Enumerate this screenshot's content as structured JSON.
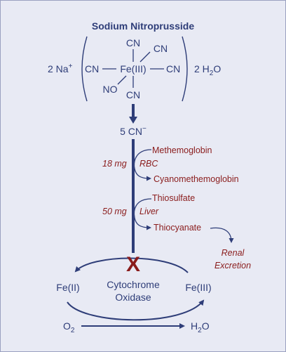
{
  "title": "Sodium Nitroprusside",
  "complex": {
    "counter_prefix": "2 Na",
    "counter_sup": "+",
    "center": "Fe(III)",
    "ligand_top": "CN",
    "ligand_top_right": "CN",
    "ligand_left": "CN",
    "ligand_right": "CN",
    "ligand_bottom": "CN",
    "ligand_bottom_left": "NO",
    "water_prefix": "2 H",
    "water_sub": "2",
    "water_suffix": "O"
  },
  "cyanide": {
    "text": "5 CN",
    "sup": "−"
  },
  "steps": [
    {
      "amount": "18 mg",
      "site": "RBC",
      "reactant": "Methemoglobin",
      "product": "Cyanomethemoglobin"
    },
    {
      "amount": "50 mg",
      "site": "Liver",
      "reactant": "Thiosulfate",
      "product": "Thiocyanate"
    }
  ],
  "renal": {
    "line1": "Renal",
    "line2": "Excretion"
  },
  "block_mark": "X",
  "cycle": {
    "left": "Fe(II)",
    "right": "Fe(III)",
    "center_line1": "Cytochrome",
    "center_line2": "Oxidase"
  },
  "oxygen": {
    "o_text": "O",
    "o_sub": "2",
    "w_prefix": "H",
    "w_sub": "2",
    "w_suffix": "O"
  },
  "colors": {
    "navy": "#2e3d78",
    "maroon": "#8a1c1c",
    "panel": "#e8eaf4"
  }
}
